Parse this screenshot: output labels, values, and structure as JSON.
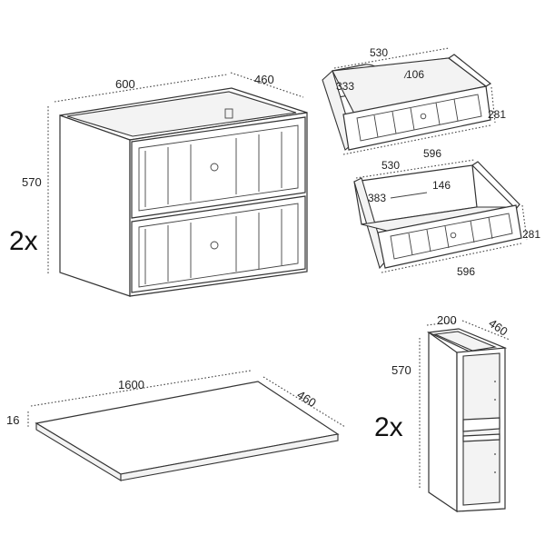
{
  "cabinet": {
    "width": "600",
    "depth": "460",
    "height": "570",
    "quantity": "2x"
  },
  "drawer_top": {
    "back_width": "530",
    "side_depth": "333",
    "cutout": "106",
    "front_height": "281",
    "front_width": "596"
  },
  "drawer_bottom": {
    "back_width": "530",
    "side_depth": "383",
    "cutout": "146",
    "front_height": "281",
    "front_width": "596"
  },
  "countertop": {
    "length": "1600",
    "depth": "460",
    "thickness": "16"
  },
  "side_unit": {
    "width": "200",
    "depth": "460",
    "height": "570",
    "quantity": "2x"
  }
}
